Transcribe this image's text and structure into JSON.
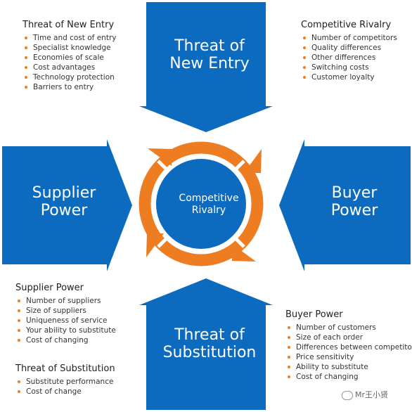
{
  "colors": {
    "blue": "#0c6bbf",
    "orange": "#ee7d22",
    "circle": "#0c6bbf",
    "bullet": "#ee7d22"
  },
  "diagram": {
    "top_block": [
      "Threat of",
      "New Entry"
    ],
    "left_block": [
      "Supplier",
      "Power"
    ],
    "right_block": [
      "Buyer",
      "Power"
    ],
    "bottom_block": [
      "Threat of",
      "Substitution"
    ],
    "center": [
      "Competitive",
      "Rivalry"
    ]
  },
  "panels": {
    "threat_new_entry": {
      "title": "Threat of New Entry",
      "items": [
        "Time and cost of entry",
        "Specialist knowledge",
        "Economies of scale",
        "Cost advantages",
        "Technology protection",
        "Barriers to entry"
      ]
    },
    "competitive_rivalry": {
      "title": "Competitive Rivalry",
      "items": [
        "Number of competitors",
        "Quality differences",
        "Other differences",
        "Switching costs",
        "Customer loyalty"
      ]
    },
    "supplier_power": {
      "title": "Supplier Power",
      "items": [
        "Number of suppliers",
        "Size of suppliers",
        "Uniqueness of service",
        "Your ability to substitute",
        "Cost of changing"
      ]
    },
    "threat_substitution": {
      "title": "Threat of Substitution",
      "items": [
        "Substitute performance",
        "Cost of change"
      ]
    },
    "buyer_power": {
      "title": "Buyer Power",
      "items": [
        "Number of customers",
        "Size of each order",
        "Differences between competitors",
        "Price sensitivity",
        "Ability to substitute",
        "Cost of changing"
      ]
    }
  },
  "watermark": {
    "text": "Mr王小贤",
    "icon": "wechat-icon"
  }
}
